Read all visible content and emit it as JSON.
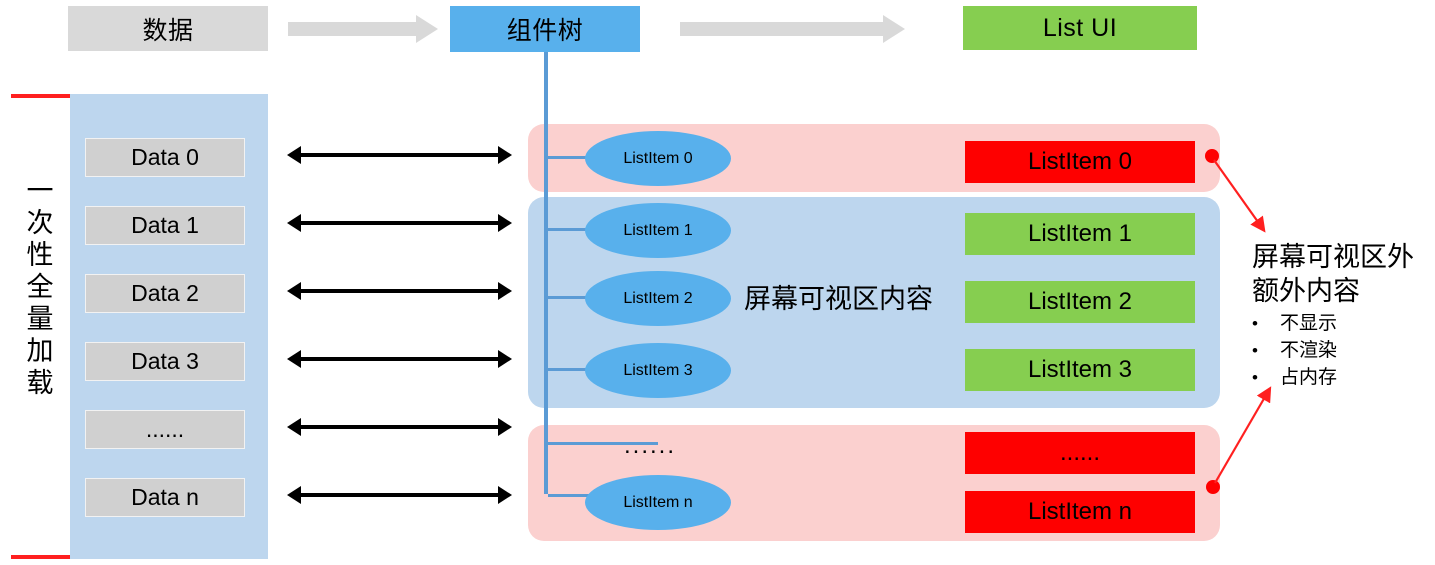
{
  "headers": {
    "data": "数据",
    "component_tree": "组件树",
    "list_ui": "List UI"
  },
  "left_label": {
    "chars": [
      "一",
      "次",
      "性",
      "全",
      "量",
      "加",
      "载"
    ],
    "full_text": "一次性全量加载"
  },
  "data_items": [
    "Data 0",
    "Data 1",
    "Data 2",
    "Data 3",
    "......",
    "Data n"
  ],
  "tree_nodes": [
    "ListItem 0",
    "ListItem 1",
    "ListItem 2",
    "ListItem 3",
    "......",
    "ListItem n"
  ],
  "ui_items": [
    {
      "label": "ListItem 0",
      "state": "offscreen"
    },
    {
      "label": "ListItem 1",
      "state": "onscreen"
    },
    {
      "label": "ListItem 2",
      "state": "onscreen"
    },
    {
      "label": "ListItem 3",
      "state": "onscreen"
    },
    {
      "label": "......",
      "state": "offscreen"
    },
    {
      "label": "ListItem n",
      "state": "offscreen"
    }
  ],
  "viewport_caption": "屏幕可视区内容",
  "annotation": {
    "title_line1": "屏幕可视区外",
    "title_line2": "额外内容",
    "bullet_char": "•",
    "bullets": [
      "不显示",
      "不渲染",
      "占内存"
    ]
  },
  "colors": {
    "gray_box": "#d9d9d9",
    "blue_box": "#58b0ec",
    "green_box": "#86ce50",
    "red_box": "#fe0000",
    "panel_blue": "#bdd6ee",
    "band_pink": "#fbd0cf",
    "accent_red": "#ff2020",
    "tree_line": "#5b9bd5",
    "data_item_gray": "#d0d0d0"
  }
}
